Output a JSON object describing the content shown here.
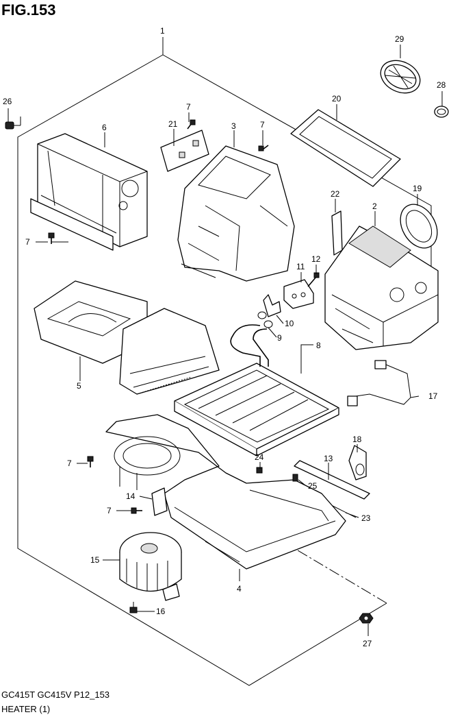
{
  "figure_title": "FIG.153",
  "model_line": "GC415T GC415V P12_153",
  "caption": "HEATER (1)",
  "callouts": [
    "1",
    "2",
    "3",
    "4",
    "5",
    "6",
    "7",
    "7",
    "7",
    "7",
    "7",
    "8",
    "9",
    "10",
    "11",
    "12",
    "13",
    "14",
    "15",
    "16",
    "17",
    "18",
    "19",
    "20",
    "21",
    "22",
    "23",
    "24",
    "25",
    "26",
    "27",
    "28",
    "29"
  ]
}
